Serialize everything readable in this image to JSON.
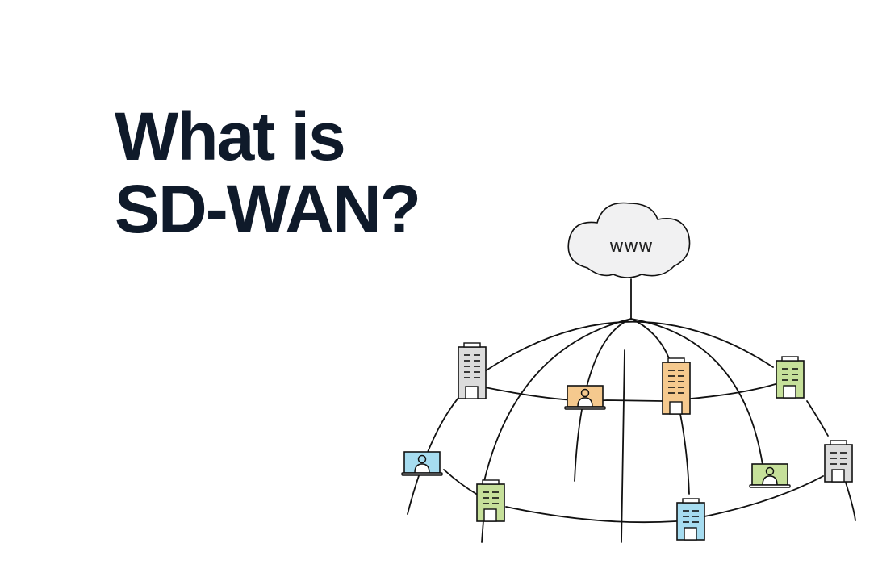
{
  "title": {
    "line1": "What is",
    "line2": "SD-WAN?"
  },
  "cloud": {
    "label": "www"
  },
  "colors": {
    "title": "#0f1a2a",
    "gray": "#dcdcdc",
    "orange": "#f5c98e",
    "green": "#c6e09a",
    "blue": "#a6dcf0",
    "cloud": "#f1f1f2"
  }
}
